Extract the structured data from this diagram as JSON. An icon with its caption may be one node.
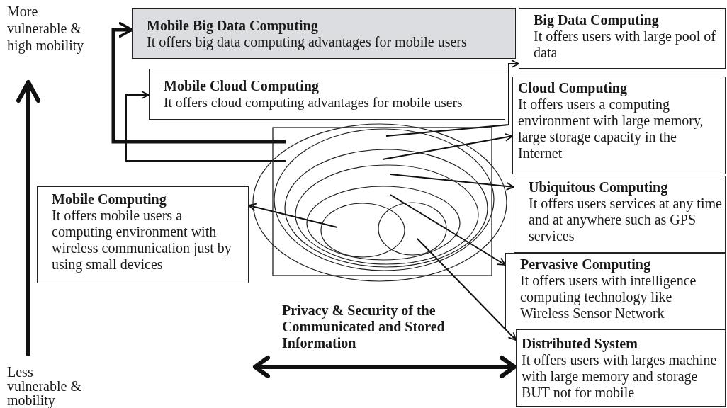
{
  "diagram": {
    "nodes": [
      {
        "text": [
          "Mobile Big Data Computing",
          "It offers big data computing advantages for mobile users"
        ]
      },
      {
        "text": [
          "Big Data Computing",
          "It offers users with large pool of data"
        ]
      },
      {
        "text": [
          "Mobile Cloud Computing",
          "It offers cloud computing advantages for mobile users"
        ]
      },
      {
        "text": [
          "Cloud Computing",
          "It offers users a computing environment with large memory, large storage capacity in the Internet"
        ]
      },
      {
        "text": [
          "Mobile Computing",
          "It offers mobile users a computing environment with wireless communication just by using small devices"
        ]
      },
      {
        "text": [
          "Ubiquitous Computing",
          "It offers users services at any time and at anywhere such as GPS services"
        ]
      },
      {
        "text": [
          "Pervasive Computing",
          "It offers users with intelligence computing technology like Wireless Sensor Network"
        ]
      },
      {
        "text": [
          "Distributed System",
          "It offers users with larges machine with large memory and storage BUT not for mobile"
        ]
      },
      {
        "text": [],
        "shape": "picture"
      }
    ],
    "edges": [
      {
        "from": 8,
        "to": 0,
        "arrow": "to",
        "style": "thick"
      },
      {
        "from": 8,
        "to": 2,
        "arrow": "to"
      },
      {
        "from": 8,
        "to": 1,
        "arrow": "to"
      },
      {
        "from": 8,
        "to": 3,
        "arrow": "to"
      },
      {
        "from": 8,
        "to": 5,
        "arrow": "to"
      },
      {
        "from": 8,
        "to": 4,
        "arrow": "to"
      },
      {
        "from": 8,
        "to": 6,
        "arrow": "to"
      },
      {
        "from": 8,
        "to": 7,
        "arrow": "to"
      }
    ],
    "labels": [
      "More vulnerable & high mobility",
      "Less vulnerable & mobility",
      "Privacy & Security of the Communicated and Stored Information"
    ]
  }
}
